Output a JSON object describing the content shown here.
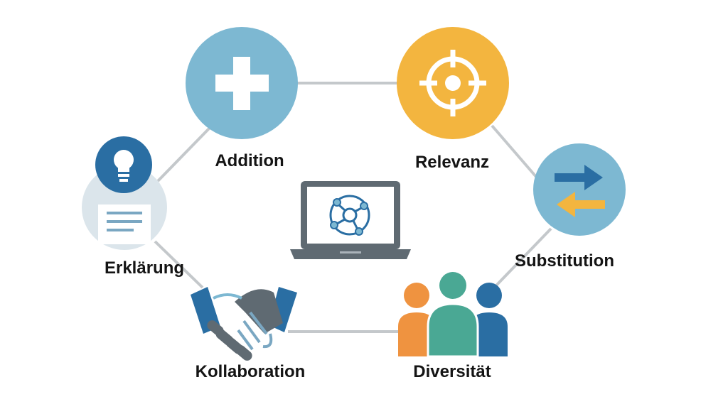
{
  "nodes": {
    "addition": {
      "label": "Addition",
      "icon": "plus-icon",
      "color": "#7db8d2"
    },
    "relevanz": {
      "label": "Relevanz",
      "icon": "target-icon",
      "color": "#f3b53f"
    },
    "substitution": {
      "label": "Substitution",
      "icon": "swap-arrows-icon",
      "color": "#7db8d2"
    },
    "erklaerung": {
      "label": "Erklärung",
      "icon": "lightbulb-document-icon",
      "color": "#2a6ea3"
    },
    "kollaboration": {
      "label": "Kollaboration",
      "icon": "handshake-icon",
      "color": "#5f6a72"
    },
    "diversitaet": {
      "label": "Diversität",
      "icon": "people-group-icon",
      "color": "#4aa894"
    }
  },
  "center": {
    "icon": "laptop-network-icon"
  },
  "colors": {
    "connector": "#c4c8cb",
    "dark_blue": "#2a6ea3",
    "orange": "#ef9340",
    "teal": "#4aa894",
    "gray": "#5f6a72"
  }
}
